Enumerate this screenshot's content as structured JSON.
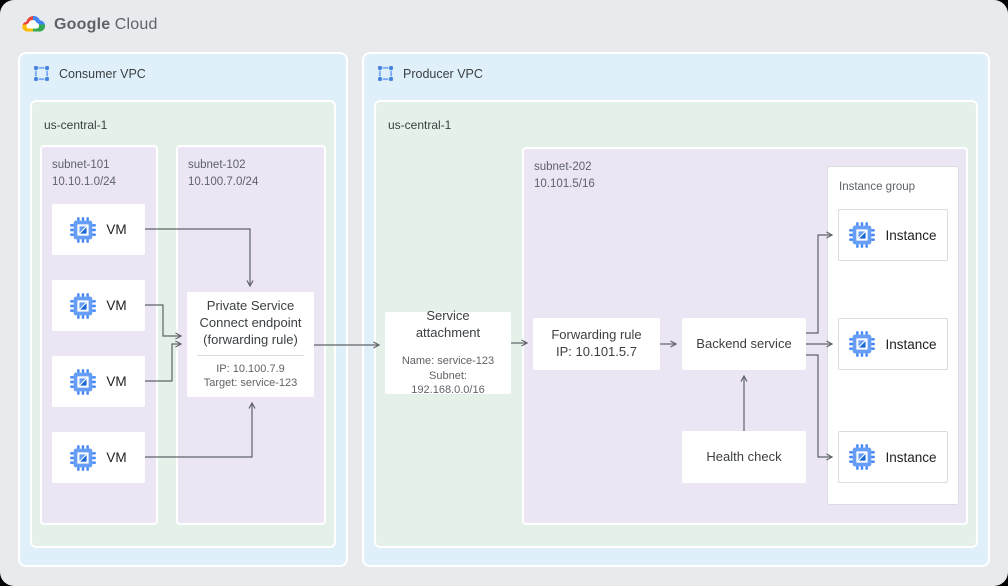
{
  "logo": {
    "brand": "Google",
    "product": "Cloud"
  },
  "colors": {
    "page_bg": "#e8eaed",
    "vpc_panel": "#dff0fa",
    "region": "#e3f1e8",
    "subnet": "#ebe5f4",
    "arrow": "#5f6368",
    "icon_blue": "#4285f4",
    "icon_blue_light": "#669df6"
  },
  "icons": {
    "vpc": "vpc-network-icon",
    "machine": "compute-engine-chip-icon",
    "cloud_logo": "google-cloud-logo"
  },
  "consumer_vpc": {
    "label": "Consumer VPC",
    "region": {
      "label": "us-central-1",
      "subnet_101": {
        "name": "subnet-101",
        "cidr": "10.10.1.0/24",
        "vms": [
          "VM",
          "VM",
          "VM",
          "VM"
        ]
      },
      "subnet_102": {
        "name": "subnet-102",
        "cidr": "10.100.7.0/24",
        "endpoint": {
          "title": "Private Service Connect endpoint (forwarding rule)",
          "ip": "IP: 10.100.7.9",
          "target": "Target: service-123"
        }
      }
    }
  },
  "producer_vpc": {
    "label": "Producer VPC",
    "region": {
      "label": "us-central-1",
      "service_attachment": {
        "title": "Service attachment",
        "name_line": "Name: service-123",
        "subnet_line": "Subnet:",
        "cidr_line": "192.168.0.0/16"
      },
      "subnet_202": {
        "name": "subnet-202",
        "cidr": "10.101.5/16",
        "forwarding_rule": {
          "title": "Forwarding rule",
          "ip": "IP: 10.101.5.7"
        },
        "backend_service": {
          "title": "Backend service"
        },
        "health_check": {
          "title": "Health check"
        },
        "instance_group": {
          "label": "Instance group",
          "instances": [
            "Instance",
            "Instance",
            "Instance"
          ]
        }
      }
    }
  }
}
